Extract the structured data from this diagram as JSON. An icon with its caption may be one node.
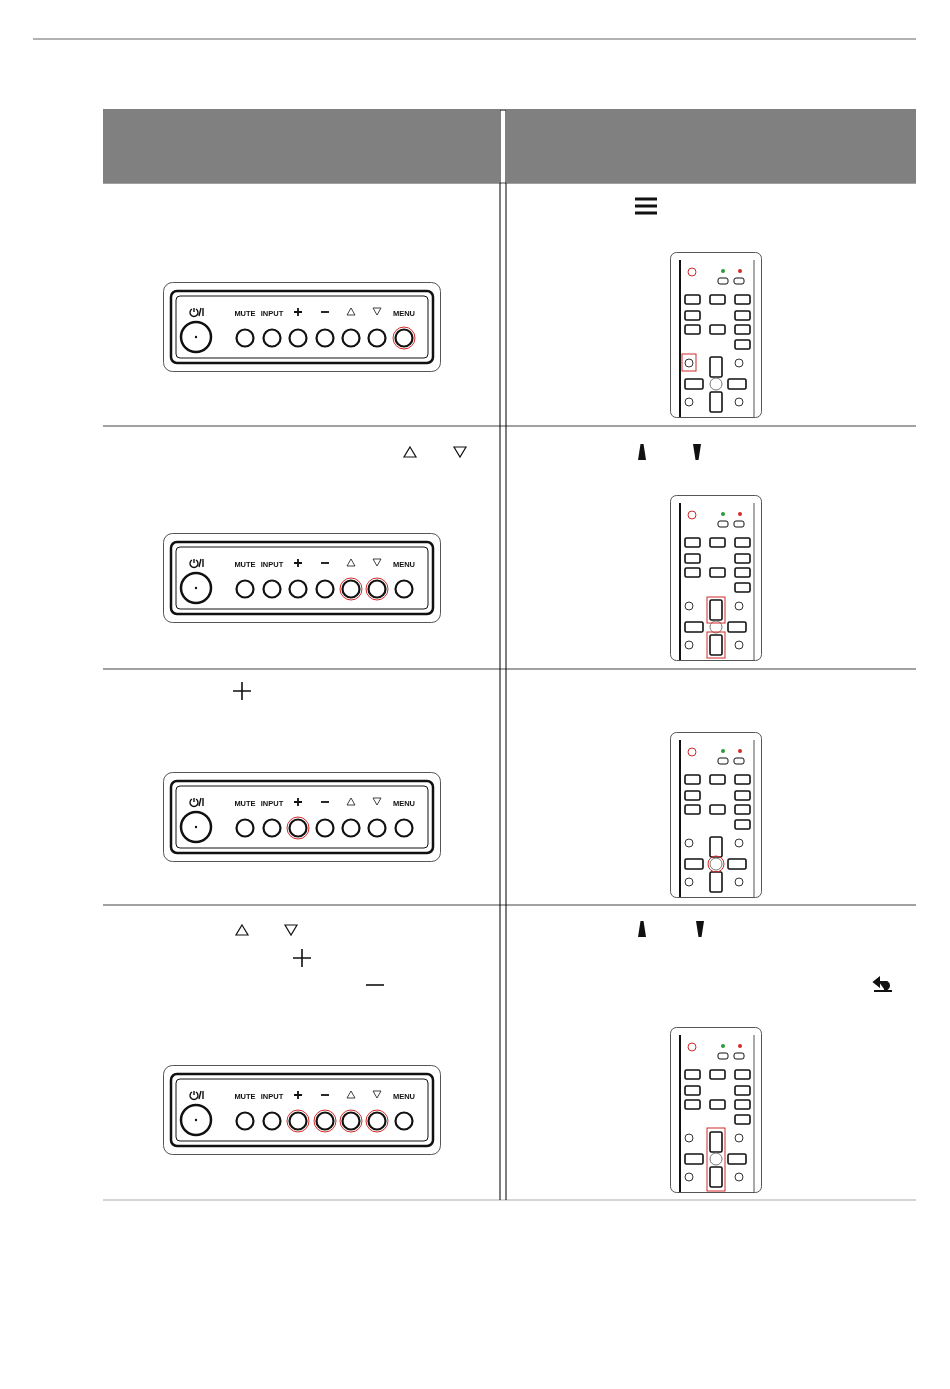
{
  "diagram": {
    "labels": [
      "MUTE",
      "INPUT",
      "MENU",
      "MUTE",
      "INPUT",
      "MENU",
      "MUTE",
      "INPUT",
      "MENU",
      "MUTE",
      "INPUT",
      "MENU"
    ]
  }
}
